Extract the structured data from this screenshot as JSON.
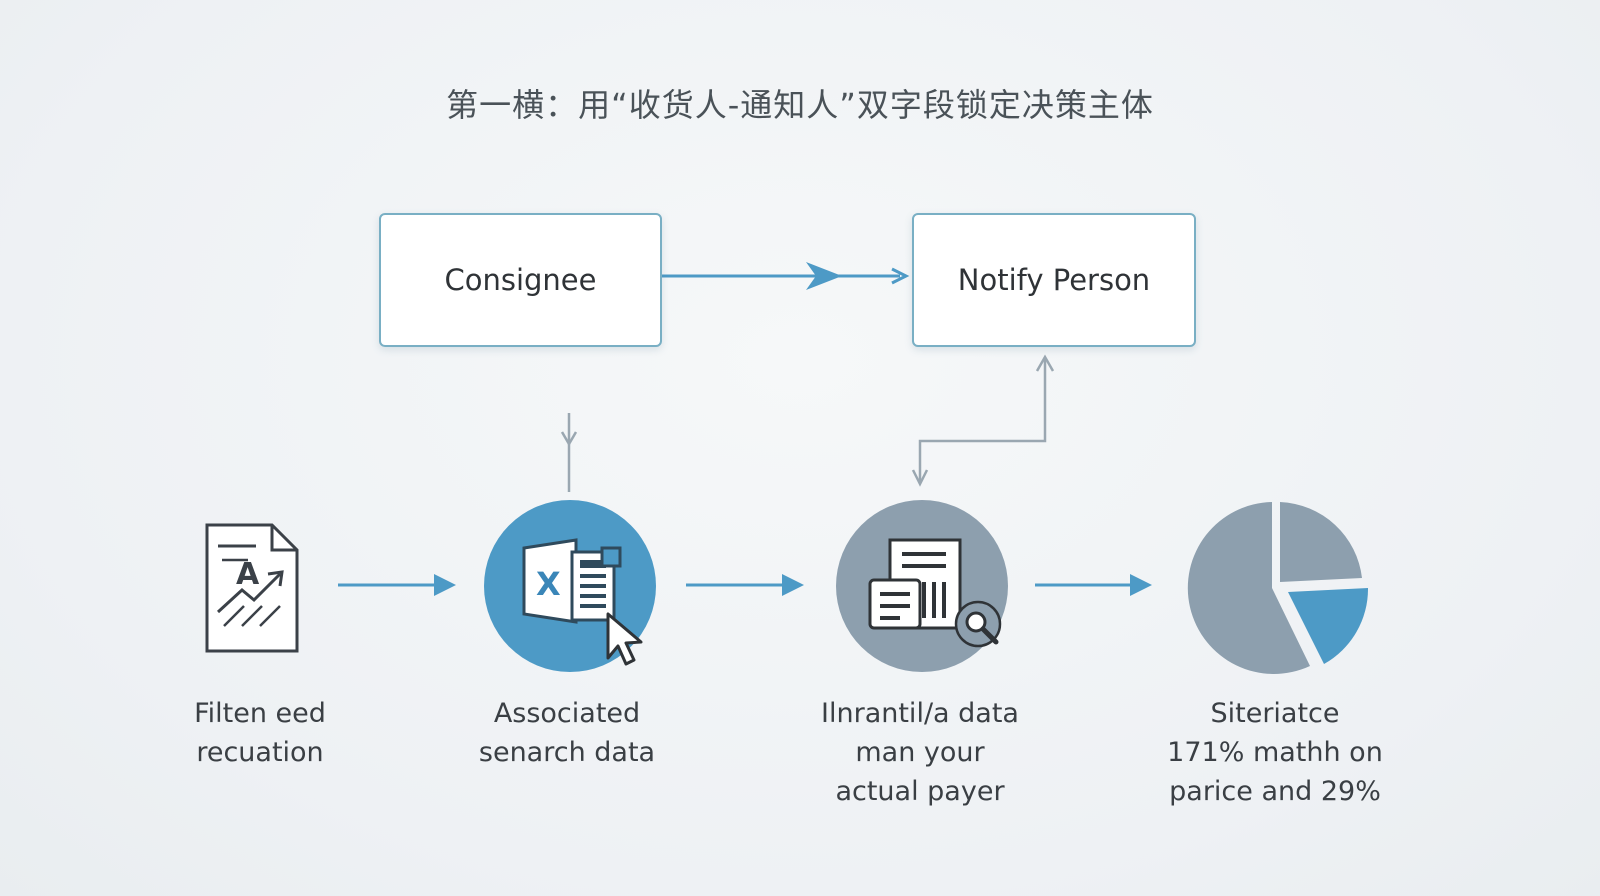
{
  "title": "第一横：用“收货人-通知人”双字段锁定决策主体",
  "boxes": {
    "consignee": "Consignee",
    "notify": "Notify Person"
  },
  "steps": [
    {
      "icon": "document-text-icon",
      "lines": [
        "Filten eed",
        "recuation"
      ]
    },
    {
      "icon": "spreadsheet-cursor-icon",
      "lines": [
        "Associated",
        "senarch data"
      ]
    },
    {
      "icon": "document-search-icon",
      "lines": [
        "Ilnrantil/a data",
        "man your",
        "actual payer"
      ]
    },
    {
      "icon": "pie-chart-icon",
      "lines": [
        "Siteriatce",
        "171% mathh on",
        "parice and 29%"
      ]
    }
  ],
  "colors": {
    "accent_blue": "#4d9ac6",
    "slate_gray": "#8d9fae",
    "arrow_gray": "#9aa7b1",
    "box_border": "#79afc4"
  }
}
